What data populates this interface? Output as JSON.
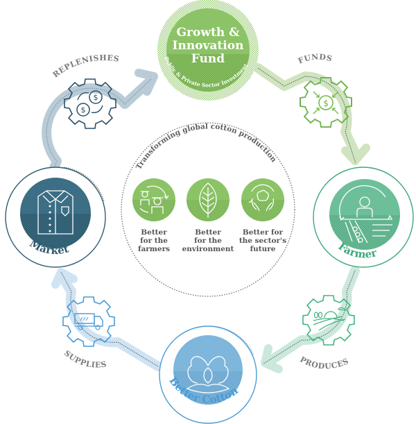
{
  "colors": {
    "fund_green": "#8cc366",
    "fund_green_dark": "#7ab552",
    "market_blue": "#3c6e85",
    "market_dark": "#2f5b70",
    "farmer_green": "#6dbf9a",
    "cotton_blue": "#7fb6dc",
    "replenish_arrow": "#b9cbd6",
    "funds_arrow": "#cfe4bf",
    "produces_arrow": "#cbe8dc",
    "supplies_arrow": "#cfe3f3",
    "label_gray": "#7a7a7a"
  },
  "fund": {
    "title_line1": "Growth &",
    "title_line2": "Innovation",
    "title_line3": "Fund",
    "subtitle": "Public & Private Sector Investment"
  },
  "nodes": {
    "market": {
      "label": "Market",
      "icon": "shirt-icon"
    },
    "farmer": {
      "label": "Farmer",
      "icon": "farmer-field-icon"
    },
    "cotton": {
      "label": "Better Cotton",
      "icon": "cotton-boll-icon"
    }
  },
  "flows": {
    "replenishes": {
      "label": "REPLENISHES",
      "icon": "gear-money-exchange-icon"
    },
    "funds": {
      "label": "FUNDS",
      "icon": "gear-dollar-inward-icon"
    },
    "produces": {
      "label": "PRODUCES",
      "icon": "gear-farmland-icon"
    },
    "supplies": {
      "label": "SUPPLIES",
      "icon": "gear-truck-icon"
    }
  },
  "center": {
    "caption": "Transforming global cotton production",
    "benefits": [
      {
        "lines": [
          "Better",
          "for the",
          "farmers"
        ],
        "icon": "farmers-cycle-icon"
      },
      {
        "lines": [
          "Better",
          "for the",
          "environment"
        ],
        "icon": "leaf-icon"
      },
      {
        "lines": [
          "Better for",
          "the sector's",
          "future"
        ],
        "icon": "hands-cotton-icon"
      }
    ]
  }
}
